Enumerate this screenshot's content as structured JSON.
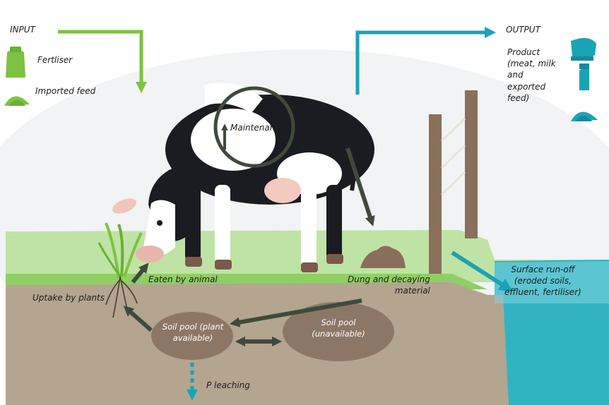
{
  "input": {
    "title": "INPUT",
    "items": [
      {
        "label": "Fertliser",
        "icon": "fertiliser-bag-icon"
      },
      {
        "label": "Imported feed",
        "icon": "feed-pile-icon"
      }
    ],
    "color": "#7dc242"
  },
  "output": {
    "title": "OUTPUT",
    "product_label": "Product\n(meat, milk\nand\nexported\nfeed)",
    "icons": [
      "meat-icon",
      "milk-carton-icon",
      "feed-pile-icon"
    ],
    "color": "#1aa3b5"
  },
  "cycle": {
    "maintenance": "Maintenance",
    "eaten": "Eaten by animal",
    "dung": "Dung and decaying\nmaterial",
    "uptake": "Uptake by plants",
    "soil_available": "Soil pool (plant\navailable)",
    "soil_unavailable": "Soil pool\n(unavailable)",
    "leaching": "P leaching",
    "runoff": "Surface run-off\n(eroded soils,\neffluent, fertiliser)"
  },
  "colors": {
    "grass": "#bfe3a4",
    "soil": "#b3a590",
    "pool": "#8c7766",
    "arrow": "#3f4a3c",
    "water": "#31b3c4"
  }
}
